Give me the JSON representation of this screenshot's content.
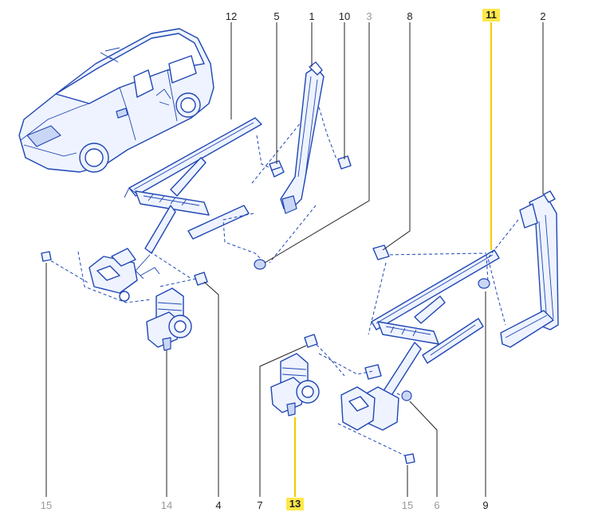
{
  "colors": {
    "line": "#1f46b4",
    "fill_light": "#eef3ff",
    "fill_mid": "#c9d6f5",
    "highlight": "#ffe84a",
    "leader": "#222222",
    "dim_text": "#9a9a9a"
  },
  "callouts": {
    "c12": "12",
    "c5": "5",
    "c1": "1",
    "c10": "10",
    "c3": "3",
    "c8": "8",
    "c11": "11",
    "c2": "2",
    "c15a": "15",
    "c14": "14",
    "c4": "4",
    "c7": "7",
    "c13": "13",
    "c15b": "15",
    "c6": "6",
    "c9": "9"
  },
  "highlighted": [
    "11",
    "13"
  ],
  "dimmed": [
    "3",
    "15",
    "14",
    "6"
  ]
}
